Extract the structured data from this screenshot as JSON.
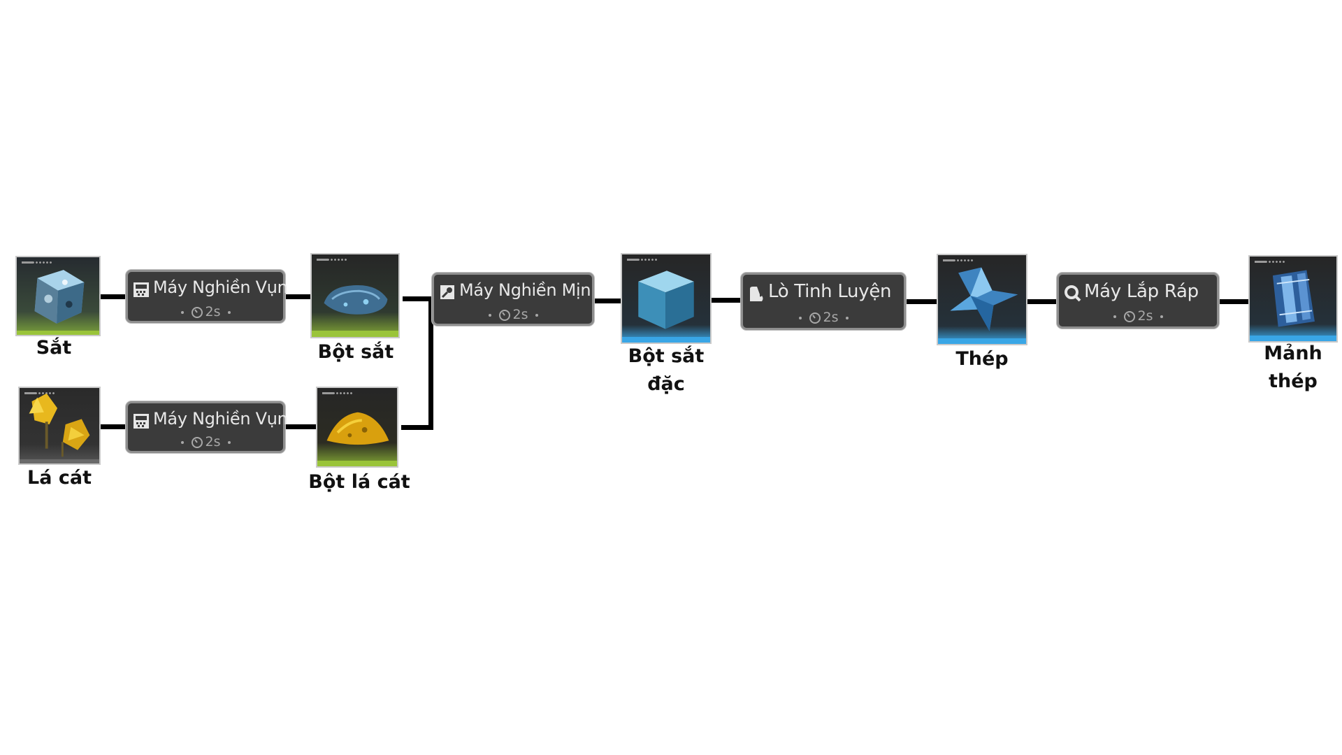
{
  "colors": {
    "connector": "#000000",
    "tier_green": "#9ac43a",
    "tier_blue": "#39a6e6",
    "machine_bg": "#3b3b3b",
    "item_bg": "#2a2a2a"
  },
  "items": {
    "sat": {
      "label": "Sắt",
      "icon": "iron-ore-icon",
      "tier_color": "#9ac43a"
    },
    "la_cat": {
      "label": "Lá cát",
      "icon": "sand-leaf-icon",
      "tier_color": "#9ac43a"
    },
    "bot_sat": {
      "label": "Bột sắt",
      "icon": "iron-powder-icon",
      "tier_color": "#9ac43a"
    },
    "bot_la_cat": {
      "label": "Bột lá cát",
      "icon": "sand-powder-icon",
      "tier_color": "#9ac43a"
    },
    "bot_sat_dac": {
      "label_line1": "Bột sắt",
      "label_line2": "đặc",
      "icon": "dense-iron-powder-icon",
      "tier_color": "#39a6e6"
    },
    "thep": {
      "label": "Thép",
      "icon": "steel-icon",
      "tier_color": "#39a6e6"
    },
    "manh_thep": {
      "label_line1": "Mảnh",
      "label_line2": "thép",
      "icon": "steel-part-icon",
      "tier_color": "#39a6e6"
    }
  },
  "machines": {
    "crusher_1": {
      "name": "Máy Nghiền Vụn",
      "time": "2s",
      "icon": "crusher-icon"
    },
    "crusher_2": {
      "name": "Máy Nghiền Vụn",
      "time": "2s",
      "icon": "crusher-icon"
    },
    "grinder": {
      "name": "Máy Nghiền Mịn",
      "time": "2s",
      "icon": "grinder-icon"
    },
    "refinery": {
      "name": "Lò Tinh Luyện",
      "time": "2s",
      "icon": "refinery-icon"
    },
    "assembler": {
      "name": "Máy Lắp Ráp",
      "time": "2s",
      "icon": "assembler-icon"
    }
  }
}
